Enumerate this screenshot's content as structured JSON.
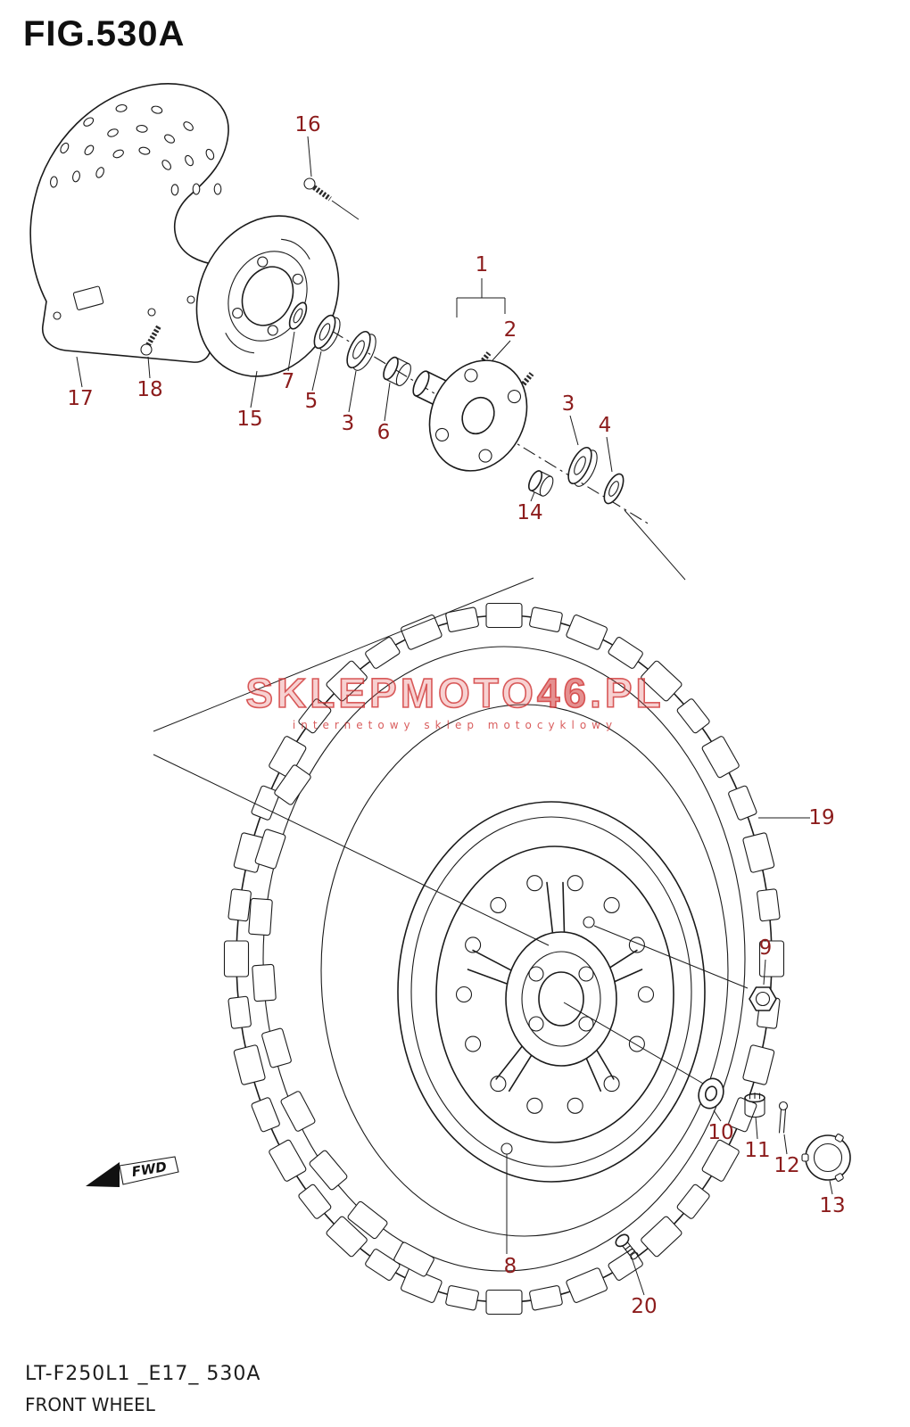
{
  "figure": {
    "title": "FIG.530A"
  },
  "watermark": {
    "part1": "SKLEPMOTO",
    "part2": "46",
    "part3": ".PL",
    "sub": "internetowy sklep motocyklowy"
  },
  "fwd": {
    "label": "FWD"
  },
  "footer": {
    "code": "LT-F250L1 _E17_ 530A",
    "name": "FRONT WHEEL"
  },
  "callouts": {
    "c1": "1",
    "c2": "2",
    "c3a": "3",
    "c3b": "3",
    "c4": "4",
    "c5": "5",
    "c6": "6",
    "c7": "7",
    "c8": "8",
    "c9": "9",
    "c10": "10",
    "c11": "11",
    "c12": "12",
    "c13": "13",
    "c14": "14",
    "c15": "15",
    "c16": "16",
    "c17": "17",
    "c18": "18",
    "c19": "19",
    "c20": "20"
  }
}
